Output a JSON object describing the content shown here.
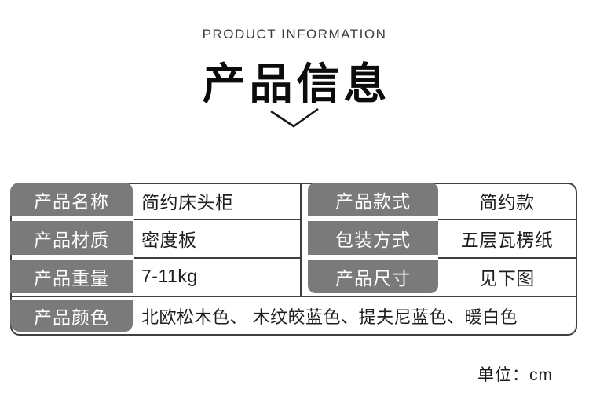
{
  "header": {
    "subtitle": "PRODUCT INFORMATION",
    "title": "产品信息"
  },
  "table": {
    "labels": {
      "name": "产品名称",
      "style": "产品款式",
      "material": "产品材质",
      "packaging": "包装方式",
      "weight": "产品重量",
      "size": "产品尺寸",
      "color": "产品颜色"
    },
    "values": {
      "name": "简约床头柜",
      "style": "简约款",
      "material": "密度板",
      "packaging": "五层瓦楞纸",
      "weight": "7-11kg",
      "size": "见下图",
      "color": "北欧松木色、 木纹皎蓝色、提夫尼蓝色、暖白色"
    }
  },
  "footer": {
    "unit": "单位：cm"
  },
  "colors": {
    "label_gray": "#7a7a7a",
    "line_dark": "#3f3f3f",
    "title_black": "#0c0c0c"
  },
  "icons": {
    "chevron_down": "chevron-down"
  }
}
